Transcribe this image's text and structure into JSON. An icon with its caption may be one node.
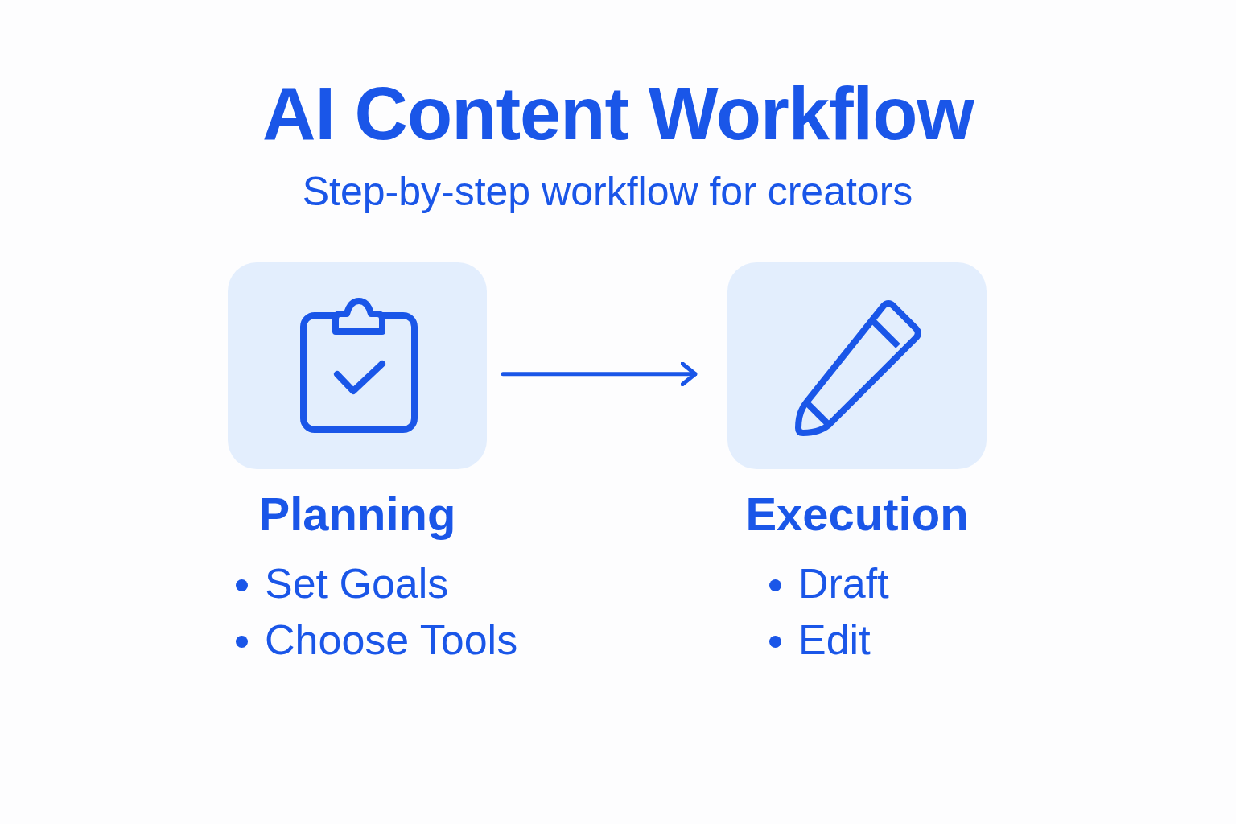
{
  "diagram": {
    "title": "AI Content Workflow",
    "caption": "Step-by-step workflow for creators",
    "nodes": [
      {
        "text": [
          "Planning"
        ],
        "beside": [
          "Set Goals",
          "Choose Tools"
        ]
      },
      {
        "text": [
          "Execution"
        ],
        "beside": [
          "Draft",
          "Edit"
        ]
      }
    ],
    "edges": [
      {
        "from": 0,
        "to": 1,
        "arrow": "to"
      }
    ]
  }
}
